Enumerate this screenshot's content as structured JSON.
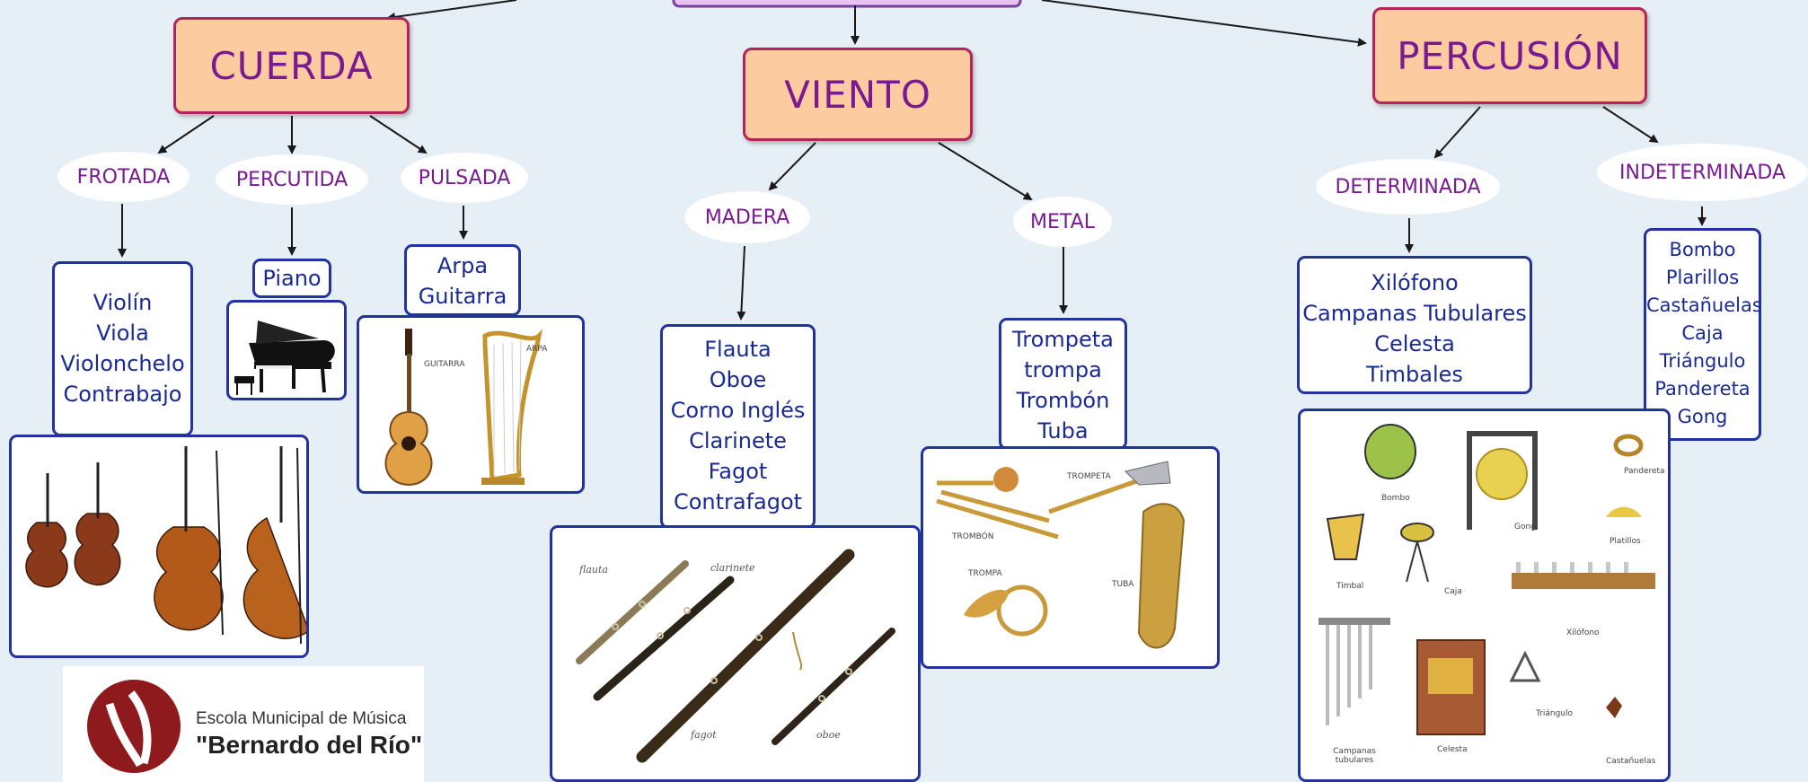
{
  "categories": {
    "cuerda": "CUERDA",
    "viento": "VIENTO",
    "percusion": "PERCUSIÓN"
  },
  "subcategories": {
    "frotada": "FROTADA",
    "percutida": "PERCUTIDA",
    "pulsada": "PULSADA",
    "madera": "MADERA",
    "metal": "METAL",
    "determinada": "DETERMINADA",
    "indeterminada": "INDETERMINADA"
  },
  "lists": {
    "frotada": [
      "Violín",
      "Viola",
      "Violonchelo",
      "Contrabajo"
    ],
    "percutida": [
      "Piano"
    ],
    "pulsada": [
      "Arpa",
      "Guitarra"
    ],
    "madera": [
      "Flauta",
      "Oboe",
      "Corno Inglés",
      "Clarinete",
      "Fagot",
      "Contrafagot"
    ],
    "metal": [
      "Trompeta",
      "trompa",
      "Trombón",
      "Tuba"
    ],
    "determinada": [
      "Xilófono",
      "Campanas Tubulares",
      "Celesta",
      "Timbales"
    ],
    "indeterminada": [
      "Bombo",
      "Plarillos",
      "Castañuelas",
      "Caja",
      "Triángulo",
      "Pandereta",
      "Gong"
    ]
  },
  "picture_labels": {
    "pulsada": [
      "GUITARRA",
      "ARPA"
    ],
    "madera": [
      "flauta",
      "clarinete",
      "fagot",
      "oboe"
    ],
    "metal": [
      "TROMPETA",
      "TROMBÓN",
      "TROMPA",
      "TUBA"
    ],
    "percusion": [
      "Bombo",
      "Pandereta",
      "Gong",
      "Platillos",
      "Timbal",
      "Caja",
      "Xilófono",
      "Campanas tubulares",
      "Celesta",
      "Triángulo",
      "Castañuelas"
    ]
  },
  "logo": {
    "line1": "Escola Municipal de Música",
    "line2": "\"Bernardo del Río\""
  },
  "colors": {
    "background": "#e6eff5",
    "category_fill": "#fccca0",
    "category_border": "#b4245a",
    "category_text": "#7a1a92",
    "list_border": "#2233a0",
    "list_text": "#1a2a95",
    "logo_red": "#8e1a1e"
  }
}
